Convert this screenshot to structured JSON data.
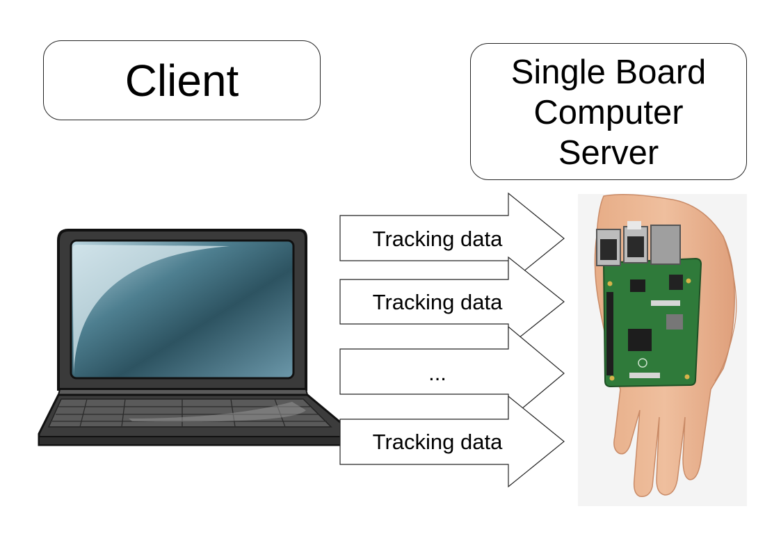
{
  "client": {
    "title": "Client"
  },
  "server": {
    "title_lines": [
      "Single Board",
      "Computer",
      "Server"
    ]
  },
  "arrows": [
    {
      "label": "Tracking data"
    },
    {
      "label": "Tracking data"
    },
    {
      "label": "..."
    },
    {
      "label": "Tracking data"
    }
  ],
  "icons": {
    "client_device": "laptop-icon",
    "server_device": "single-board-computer-in-hand"
  },
  "colors": {
    "laptop_body": "#3a3a3a",
    "laptop_screen": "#3f6f80",
    "board_green": "#2f7a3a",
    "hand_skin": "#e8b48f"
  }
}
